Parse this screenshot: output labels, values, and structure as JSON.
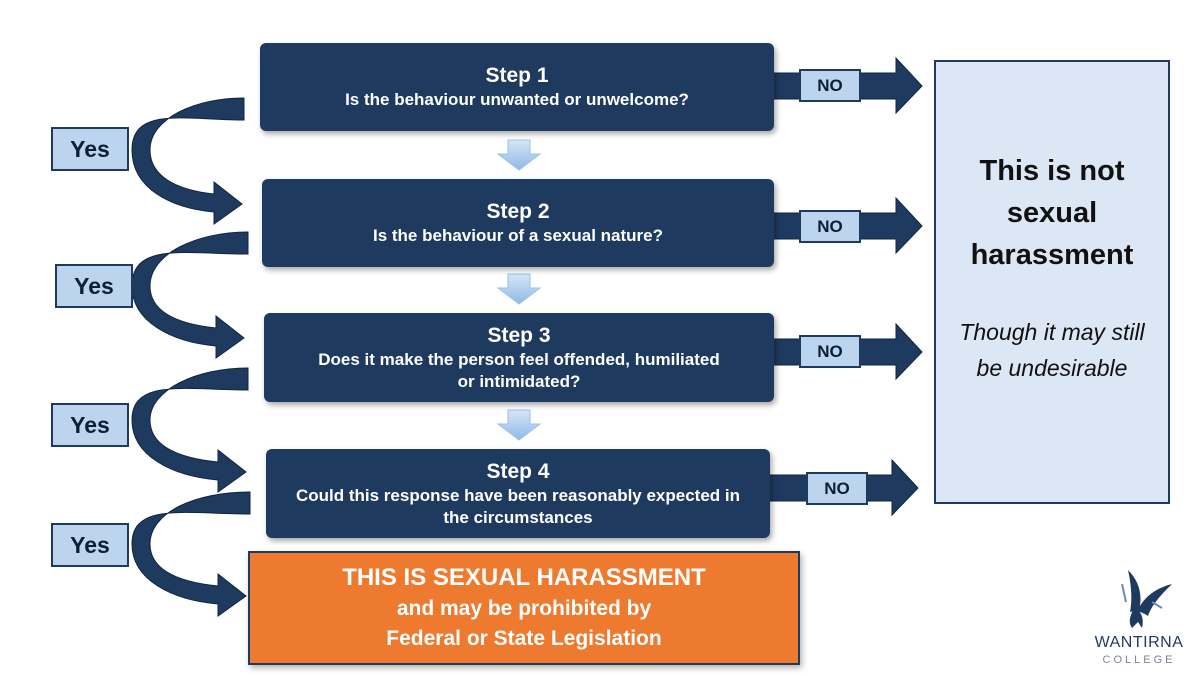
{
  "steps": [
    {
      "title": "Step 1",
      "question": "Is the behaviour unwanted or unwelcome?"
    },
    {
      "title": "Step 2",
      "question": "Is the behaviour of a sexual nature?"
    },
    {
      "title": "Step 3",
      "question": "Does it make the person feel offended, humiliated or intimidated?"
    },
    {
      "title": "Step 4",
      "question": "Could this response have been reasonably expected in the circumstances"
    }
  ],
  "yes_label": "Yes",
  "no_label": "NO",
  "not_harassment": {
    "title": "This is not sexual harassment",
    "note": "Though it may still be undesirable"
  },
  "harassment": {
    "title": "THIS IS SEXUAL HARASSMENT",
    "line1": "and may be prohibited by",
    "line2": "Federal or State Legislation"
  },
  "logo": {
    "name": "WANTIRNA",
    "sub": "COLLEGE"
  },
  "colors": {
    "step_fill": "#1f3a5f",
    "label_fill": "#bcd4ee",
    "harassment_fill": "#ed7a2f",
    "result_fill": "#dce7f5",
    "arrow_fill": "#1f3a5f",
    "down_arrow_fill": "#a9cbee"
  }
}
